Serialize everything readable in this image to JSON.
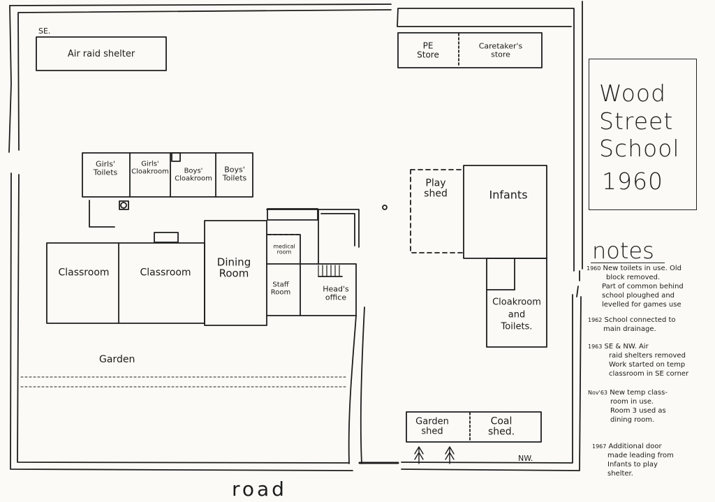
{
  "title": [
    "Wood",
    "Street",
    "School",
    "1960"
  ],
  "compass": {
    "se": "SE.",
    "nw": "NW."
  },
  "rooms": {
    "air_raid_shelter": "Air raid shelter",
    "pe_store": [
      "PE",
      "Store"
    ],
    "caretakers_store": [
      "Caretaker's",
      "store"
    ],
    "girls_toilets": [
      "Girls'",
      "Toilets"
    ],
    "girls_cloakroom": [
      "Girls'",
      "Cloakroom"
    ],
    "boys_cloakroom": [
      "Boys'",
      "Cloakroom"
    ],
    "boys_toilets": [
      "Boys'",
      "Toilets"
    ],
    "classroom_1": "Classroom",
    "classroom_2": "Classroom",
    "dining_room": [
      "Dining",
      "Room"
    ],
    "medical_room": [
      "medical",
      "room"
    ],
    "staff_room": [
      "Staff",
      "Room"
    ],
    "heads_office": [
      "Head's",
      "office"
    ],
    "play_shed": [
      "Play",
      "shed"
    ],
    "infants": "Infants",
    "cloakroom_toilets": [
      "Cloakroom",
      "and",
      "Toilets."
    ],
    "garden_shed": [
      "Garden",
      "shed"
    ],
    "coal_shed": [
      "Coal",
      "shed."
    ]
  },
  "labels": {
    "garden": "Garden",
    "road": "road"
  },
  "notes_title": "notes",
  "notes": [
    {
      "year": "1960",
      "lines": [
        "New toilets in use. Old",
        "block removed.",
        "Part of common behind",
        "school ploughed and",
        "levelled for games use"
      ]
    },
    {
      "year": "1962",
      "lines": [
        "School connected to",
        "main drainage."
      ]
    },
    {
      "year": "1963",
      "lines": [
        "SE & NW. Air",
        "raid shelters removed",
        "Work started on temp",
        "classroom in SE corner"
      ]
    },
    {
      "year": "Nov'63",
      "lines": [
        "New temp class-",
        "room in use.",
        "Room 3 used as",
        "dining room."
      ]
    },
    {
      "year": "1967",
      "lines": [
        "Additional door",
        "made leading from",
        "Infants to play",
        "shelter."
      ]
    }
  ]
}
